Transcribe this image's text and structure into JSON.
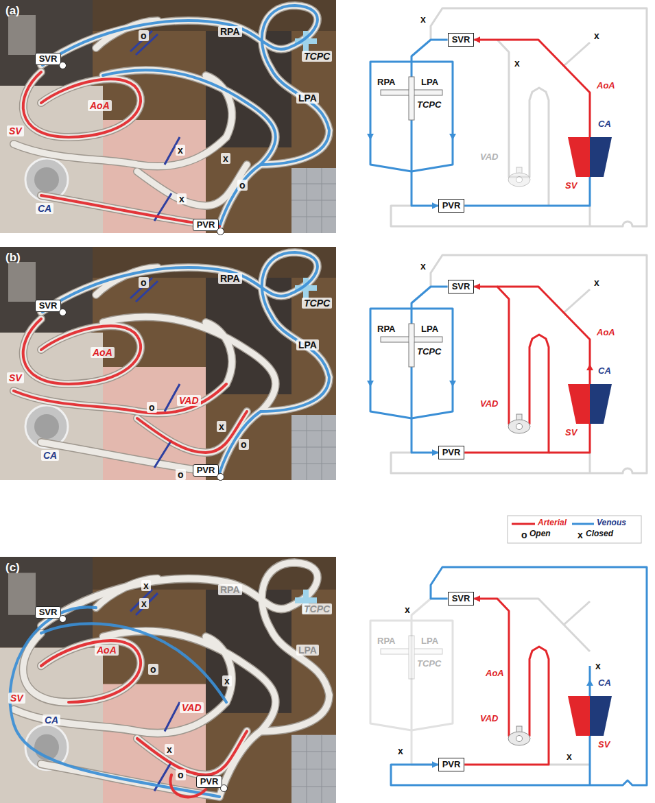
{
  "diagram": {
    "nodes": [
      {
        "text": [
          "SVR"
        ]
      },
      {
        "text": [
          "PVR"
        ]
      },
      {
        "text": [
          "SVR"
        ]
      },
      {
        "text": [
          "PVR"
        ]
      },
      {
        "text": [
          "SVR"
        ]
      },
      {
        "text": [
          "PVR"
        ]
      },
      {
        "text": [
          "SVR"
        ]
      },
      {
        "text": [
          "PVR"
        ]
      },
      {
        "text": [
          "SVR"
        ]
      },
      {
        "text": [
          "PVR"
        ]
      },
      {
        "text": [
          "SVR"
        ]
      },
      {
        "text": [
          "PVR"
        ]
      }
    ],
    "edges": [
      {
        "from": 2,
        "to": 3,
        "arrow": "to"
      },
      {
        "from": 3,
        "to": 2,
        "arrow": "to"
      },
      {
        "from": 6,
        "to": 7,
        "arrow": "to"
      },
      {
        "from": 7,
        "to": 6,
        "arrow": "to"
      },
      {
        "from": 10,
        "to": 11,
        "arrow": "to"
      },
      {
        "from": 11,
        "to": 10,
        "arrow": "to"
      }
    ],
    "labels": [
      "(a)",
      "RPA",
      "TCPC",
      "LPA",
      "AoA",
      "SV",
      "CA",
      "o",
      "x",
      "x",
      "x",
      "o",
      "x",
      "x",
      "x",
      "RPA",
      "LPA",
      "TCPC",
      "AoA",
      "CA",
      "SV",
      "VAD",
      "(b)",
      "o",
      "RPA",
      "TCPC",
      "LPA",
      "AoA",
      "SV",
      "CA",
      "VAD",
      "o",
      "x",
      "o",
      "o",
      "x",
      "RPA",
      "LPA",
      "TCPC",
      "x",
      "AoA",
      "CA",
      "VAD",
      "SV",
      "o",
      "x",
      "(c)",
      "x",
      "x",
      "RPA",
      "TCPC",
      "LPA",
      "AoA",
      "SV",
      "CA",
      "VAD",
      "o",
      "x",
      "x",
      "o",
      "x",
      "x",
      "RPA",
      "LPA",
      "TCPC",
      "AoA",
      "VAD",
      "CA",
      "SV",
      "x",
      "x"
    ],
    "legend": [
      {
        "text": "Arterial"
      },
      {
        "text": "Venous"
      },
      {
        "text": "Open"
      },
      {
        "text": "Closed"
      }
    ]
  }
}
